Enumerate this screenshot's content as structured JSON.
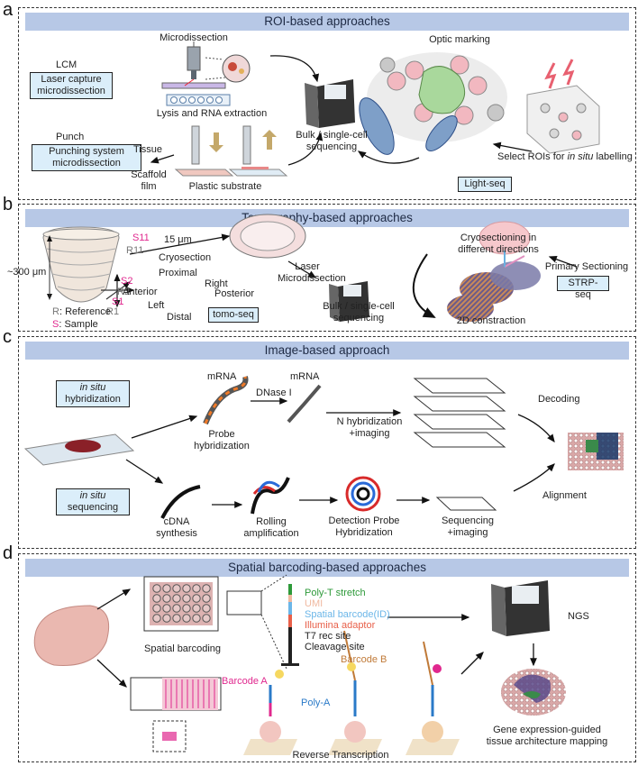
{
  "panels": {
    "a": {
      "letter": "a",
      "banner": "ROI-based approaches",
      "microdissection": "Microdissection",
      "optic_marking": "Optic marking",
      "lcm": "LCM",
      "lcm_box": "Laser capture microdissection",
      "lysis": "Lysis and RNA extraction",
      "punch": "Punch",
      "punch_box": "Punching system microdissection",
      "tissue": "Tissue",
      "scaffold": "Scaffold film",
      "plastic": "Plastic substrate",
      "bulk": "Bulk / single-cell sequencing",
      "select_rois_pre": "Select ROIs for ",
      "select_rois_em": "in situ",
      "select_rois_post": " labelling",
      "light_seq": "Light-seq"
    },
    "b": {
      "letter": "b",
      "banner": "Tomography-based approaches",
      "s11": "S11",
      "r11": "R11",
      "um15": "15 μm",
      "um300": "~300 μm",
      "s2": "S2",
      "r2": "R2",
      "s1": "S1",
      "r1": "R1",
      "ref_key": "R",
      "ref_text": ": Reference",
      "samp_key": "S",
      "samp_text": ": Sample",
      "cryosection": "Cryosection",
      "proximal": "Proximal",
      "right": "Right",
      "anterior": "Anterior",
      "posterior": "Posterior",
      "left": "Left",
      "distal": "Distal",
      "tomo": "tomo-seq",
      "laser": "Laser Microdissection",
      "bulk": "Bulk / single-cell sequencing",
      "cryo_dirs": "Cryosectioning in different directions",
      "primary": "Primary Sectioning",
      "strp": "STRP-seq",
      "construction": "2D constraction"
    },
    "c": {
      "letter": "c",
      "banner": "Image-based approach",
      "ish_em": "in situ",
      "ish": "hybridization",
      "iss_em": "in situ",
      "iss": "sequencing",
      "mrna1": "mRNA",
      "mrna2": "mRNA",
      "dnase": "DNase I",
      "probe_hyb": "Probe hybridization",
      "n_hyb": "N hybridization +imaging",
      "decoding": "Decoding",
      "alignment": "Alignment",
      "cdna": "cDNA synthesis",
      "rolling": "Rolling amplification",
      "detection": "Detection Probe Hybridization",
      "seq_img": "Sequencing +imaging"
    },
    "d": {
      "letter": "d",
      "banner": "Spatial barcoding-based approaches",
      "polyt": "Poly-T stretch",
      "umi": "UMI",
      "spatial_bc": "Spatial barcode(ID)",
      "illumina": "Illumina adaptor",
      "t7": "T7 rec site",
      "cleavage": "Cleavage site",
      "ngs": "NGS",
      "spatial_barcoding": "Spatial barcoding",
      "barcode_a": "Barcode A",
      "barcode_b": "Barcode B",
      "polya": "Poly-A",
      "rt": "Reverse Transcription",
      "gene_expr": "Gene expression-guided tissue architecture mapping"
    }
  },
  "colors": {
    "banner": "#b7c8e6",
    "callout": "#dbeefa",
    "pink": "#e0288e",
    "green": "#2e9a3a",
    "umi": "#f0b9a0",
    "spatial": "#6bb6e8",
    "illumina": "#e8604a"
  }
}
